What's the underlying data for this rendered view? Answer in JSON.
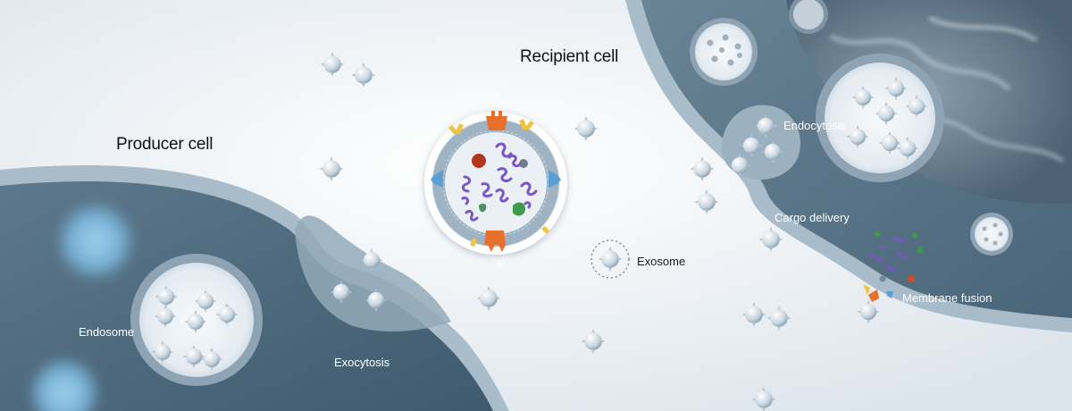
{
  "labels": {
    "producer_cell": "Producer cell",
    "recipient_cell": "Recipient cell",
    "endosome": "Endosome",
    "exocytosis": "Exocytosis",
    "exosome": "Exosome",
    "endocytosis": "Endocytosis",
    "cargo_delivery": "Cargo delivery",
    "membrane_fusion": "Membrane fusion"
  },
  "colors": {
    "background": "#eef2f6",
    "cell_interior": "#4f6c80",
    "membrane": "#a7bac7",
    "vesicle": "#cfdbe4",
    "receptor_orange": "#e8702a",
    "receptor_yellow": "#f0c43c",
    "receptor_blue": "#5aa0d6",
    "cargo_purple": "#7a55c8"
  }
}
